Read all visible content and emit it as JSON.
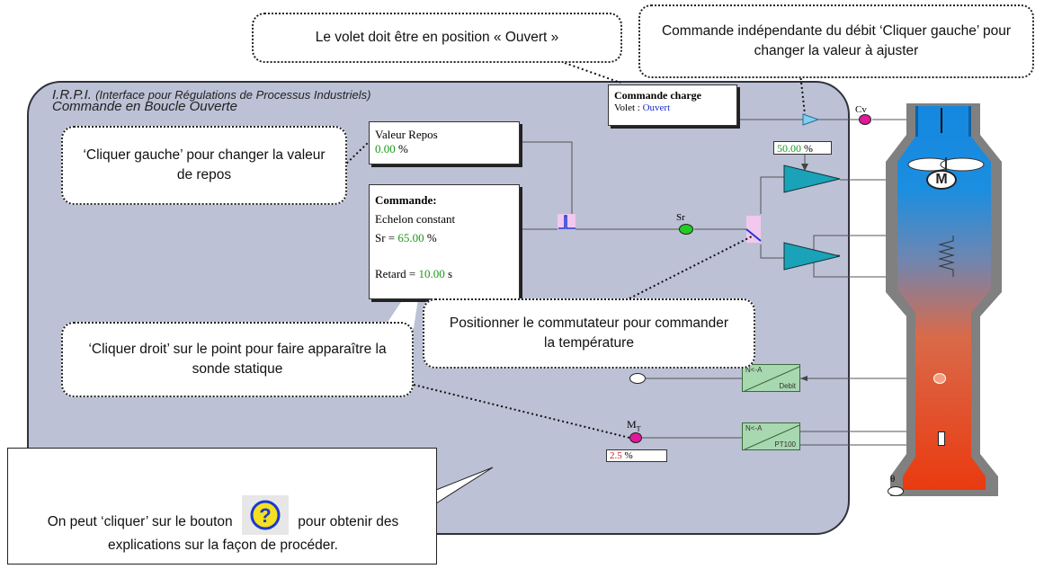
{
  "app": {
    "title_main": "I.R.P.I.",
    "title_sub": "(Interface pour Régulations de Processus Industriels)",
    "mode": "Commande en Boucle Ouverte"
  },
  "charge_box": {
    "title": "Commande charge",
    "label": "Volet :",
    "value": "Ouvert"
  },
  "repos_box": {
    "label": "Valeur Repos",
    "value": "0.00",
    "unit": "%"
  },
  "commande_box": {
    "title": "Commande:",
    "type": "Echelon constant",
    "sr_label": "Sr =",
    "sr_value": "65.00",
    "sr_unit": "%",
    "retard_label": "Retard =",
    "retard_value": "10.00",
    "retard_unit": "s"
  },
  "debit_field": {
    "value": "50.00",
    "unit": "%"
  },
  "labels": {
    "cv": "Cv",
    "sr": "Sr",
    "mt": "M",
    "mt_sub": "T",
    "theta": "θ",
    "motor": "M"
  },
  "mt_field": {
    "value": "2.5",
    "unit": "%"
  },
  "converters": [
    {
      "top": "N<-A",
      "bottom": "Debit"
    },
    {
      "top": "N<-A",
      "bottom": "PT100"
    }
  ],
  "callouts": {
    "volet": "Le volet doit être en position « Ouvert »",
    "debit": "Commande indépendante du débit ‘Cliquer gauche’ pour changer la valeur à ajuster",
    "repos": "‘Cliquer gauche’ pour changer la valeur de repos",
    "commutateur": "Positionner le commutateur pour commander la température",
    "sonde": "‘Cliquer droit’ sur le point pour faire apparaître la sonde statique",
    "help_before": "On peut ‘cliquer’ sur le bouton",
    "help_after": "pour obtenir des explications sur la façon de procéder."
  },
  "icons": {
    "help": "question-mark-icon",
    "motor": "motor-icon",
    "heater": "heater-icon",
    "switch": "switch-icon"
  },
  "colors": {
    "panel": "#bcc1d5",
    "amplifier": "#1aa3b8",
    "led_magenta": "#e0189a",
    "led_green": "#22cc22",
    "converter": "#a8d8b0",
    "value_green": "#1a9a1a",
    "value_blue": "#1a2ad0",
    "value_red": "#d01a1a"
  }
}
